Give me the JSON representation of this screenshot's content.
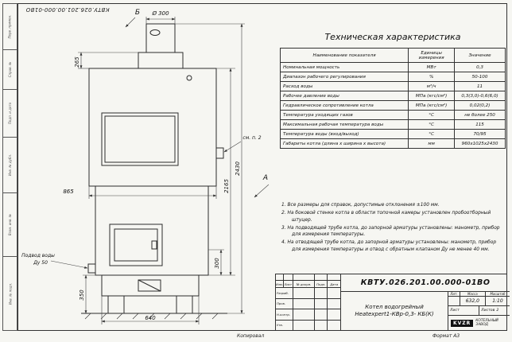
{
  "side_strip": {
    "labels": [
      "Перв. примен.",
      "Справ. №",
      "Подп. и дата",
      "Инв. № дубл.",
      "Взам. инв. №",
      "Инв. № подл."
    ]
  },
  "sheet": {
    "copied_label": "Копировал",
    "format_label": "Формат А3"
  },
  "drawing": {
    "view_b": "Б",
    "view_a": "А",
    "dim_diameter": "Ø 300",
    "dim_265": "265",
    "dim_865": "865",
    "dim_2165": "2165",
    "dim_2430": "2430",
    "dim_300": "300",
    "dim_350": "350",
    "dim_640": "640",
    "note_ref": "см. п. 2",
    "inlet_line1": "Подвод воды",
    "inlet_line2": "Ду 50"
  },
  "tech_table": {
    "title": "Техническая характеристика",
    "headers": [
      "Наименование показателя",
      "Единицы измерения",
      "Значение"
    ],
    "rows": [
      [
        "Номинальная мощность",
        "МВт",
        "0,3"
      ],
      [
        "Диапазон рабочего регулирования",
        "%",
        "50-100"
      ],
      [
        "Расход воды",
        "м³/ч",
        "11"
      ],
      [
        "Рабочее давление воды",
        "МПа (кгс/см²)",
        "0,3(3,0)-0,6(6,0)"
      ],
      [
        "Гидравлическое сопротивление котла",
        "МПа (кгс/см²)",
        "0,02(0,2)"
      ],
      [
        "Температура уходящих газов",
        "°С",
        "не более 250"
      ],
      [
        "Максимальная рабочая температура воды",
        "°С",
        "115"
      ],
      [
        "Температура воды (вход/выход)",
        "°С",
        "70/95"
      ],
      [
        "Габариты котла (длина х ширина х высота)",
        "мм",
        "960х1025х2430"
      ]
    ]
  },
  "notes": [
    "1.  Все размеры для справок, допустимые отклонения ±100 мм.",
    "2.  На боковой стенке котла в области топочной камеры установлен пробоотборный штуцер.",
    "3.  На подводящей трубе котла, до запорной арматуры установлены: манометр, прибор для измерения температуры.",
    "4.  На отводящей трубе котла, до запорной арматуры установлены: манометр, прибор для измерения температуры и отвод с обратным клапаном Ду не менее 40 мм."
  ],
  "title_block": {
    "doc_number": "КВТУ.026.201.00.000-01ВО",
    "product_name": "Котел водогрейный",
    "product_model": "Heatexpert1-КВр-0,3- КБ(К)",
    "col_izm": "Изм.",
    "col_list": "Лист",
    "col_doc": "№ докум.",
    "col_sign": "Подп.",
    "col_date": "Дата",
    "row_razrab": "Разраб.",
    "row_prov": "Пров.",
    "row_nkontr": "Н.контр.",
    "row_utv": "Утв.",
    "lit_label": "Лит.",
    "mass_label": "Масса",
    "mass_value": "632,0",
    "scale_label": "Масштаб",
    "scale_value": "1:10",
    "sheet_label": "Лист",
    "sheets_label": "Листов",
    "sheets_value": "2",
    "logo_text": "KVZR",
    "company": "КОТЕЛЬНЫЙ ЗАВОД"
  }
}
